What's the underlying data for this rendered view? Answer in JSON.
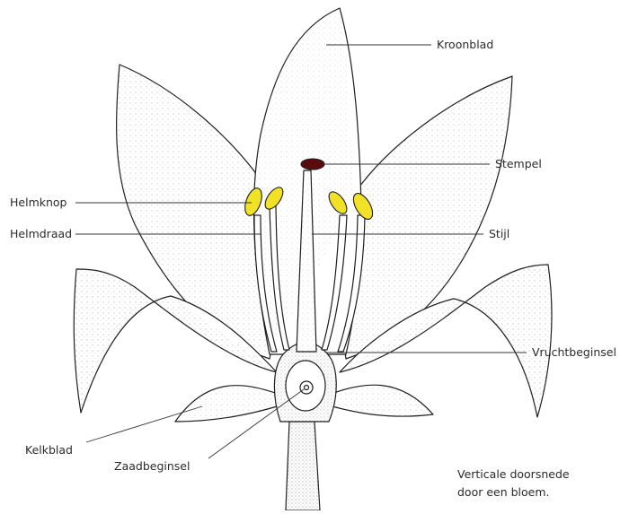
{
  "labels": {
    "kroonblad": "Kroonblad",
    "stempel": "Stempel",
    "stijl": "Stijl",
    "vruchtbeginsel": "Vruchtbeginsel",
    "helmknop": "Helmknop",
    "helmdraad": "Helmdraad",
    "kelkblad": "Kelkblad",
    "zaadbeginsel": "Zaadbeginsel"
  },
  "caption": {
    "line1": "Verticale doorsnede",
    "line2": "door een bloem."
  },
  "colors": {
    "anther": "#f2e227",
    "stigma": "#5a0b0b",
    "outline": "#1e1e1e",
    "leader": "#333333"
  }
}
